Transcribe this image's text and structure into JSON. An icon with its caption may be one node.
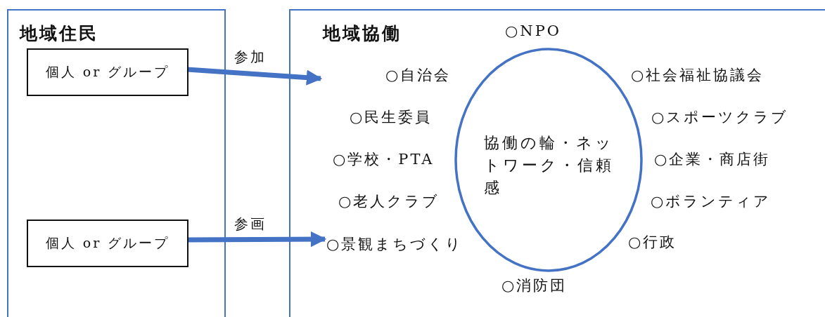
{
  "diagram": {
    "nodes": [
      {
        "text": [
          "地域住民"
        ]
      },
      {
        "text": [
          "個人 or グループ"
        ],
        "in": 0
      },
      {
        "text": [
          "個人 or グループ"
        ],
        "in": 0
      },
      {
        "text": [
          "地域協働"
        ]
      },
      {
        "text": [
          "協働の輪・ネットワーク・信頼感"
        ],
        "in": 3
      },
      {
        "text": [
          "○景観まちづくり"
        ],
        "in": 3
      }
    ],
    "edges": [
      {
        "from": 1,
        "to": 3,
        "arrow": "to",
        "label": "参加"
      },
      {
        "from": 2,
        "to": 5,
        "arrow": "to",
        "label": "参画"
      }
    ],
    "labels": [
      "○NPO",
      "○自治会",
      "○社会福祉協議会",
      "○民生委員",
      "○スポーツクラブ",
      "○学校・PTA",
      "○企業・商店街",
      "○老人クラブ",
      "○ボランティア",
      "○行政",
      "○消防団"
    ]
  }
}
